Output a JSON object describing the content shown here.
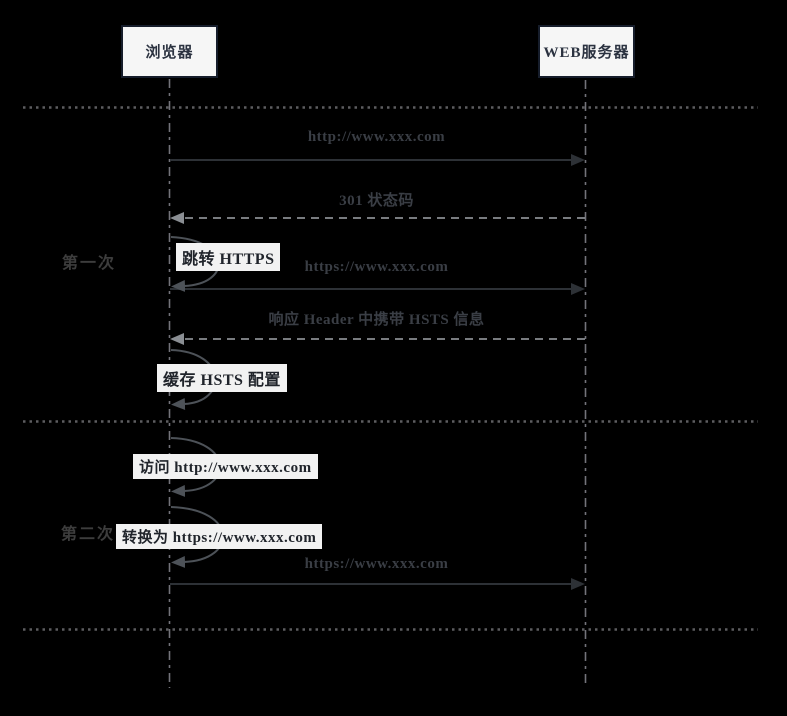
{
  "diagram": {
    "actors": [
      {
        "label": "浏览器"
      },
      {
        "label": "WEB服务器"
      }
    ],
    "sections": [
      {
        "label": "第一次"
      },
      {
        "label": "第二次"
      }
    ],
    "messages": [
      {
        "text": "http://www.xxx.com",
        "type": "solid-arrow",
        "from": "浏览器",
        "to": "WEB服务器"
      },
      {
        "text": "301 状态码",
        "type": "dashed-arrow",
        "from": "WEB服务器",
        "to": "浏览器"
      },
      {
        "text": "跳转 HTTPS",
        "type": "self-loop",
        "actor": "浏览器"
      },
      {
        "text": "https://www.xxx.com",
        "type": "solid-arrow",
        "from": "浏览器",
        "to": "WEB服务器"
      },
      {
        "text": "响应 Header 中携带 HSTS 信息",
        "type": "dashed-arrow",
        "from": "WEB服务器",
        "to": "浏览器"
      },
      {
        "text": "缓存 HSTS 配置",
        "type": "self-loop",
        "actor": "浏览器"
      },
      {
        "text": "访问 http://www.xxx.com",
        "type": "self-loop",
        "actor": "浏览器"
      },
      {
        "text": "转换为 https://www.xxx.com",
        "type": "self-loop",
        "actor": "浏览器"
      },
      {
        "text": "https://www.xxx.com",
        "type": "solid-arrow",
        "from": "浏览器",
        "to": "WEB服务器"
      }
    ],
    "colors": {
      "background": "#000000",
      "actor_box_bg": "#f6f6f6",
      "actor_box_border": "#161d2b",
      "actor_text": "#2b3240",
      "message_text": "#3a3e45",
      "solid_arrow": "#2d3136",
      "dashed_arrow": "#8a8e93",
      "loop_arrow": "#4d5258",
      "lifeline": "#73737a",
      "separator": "#5d5d60",
      "self_label_bg": "#f2f2f2",
      "self_label_text": "#20242b",
      "section_text": "#3d3d3d"
    }
  }
}
